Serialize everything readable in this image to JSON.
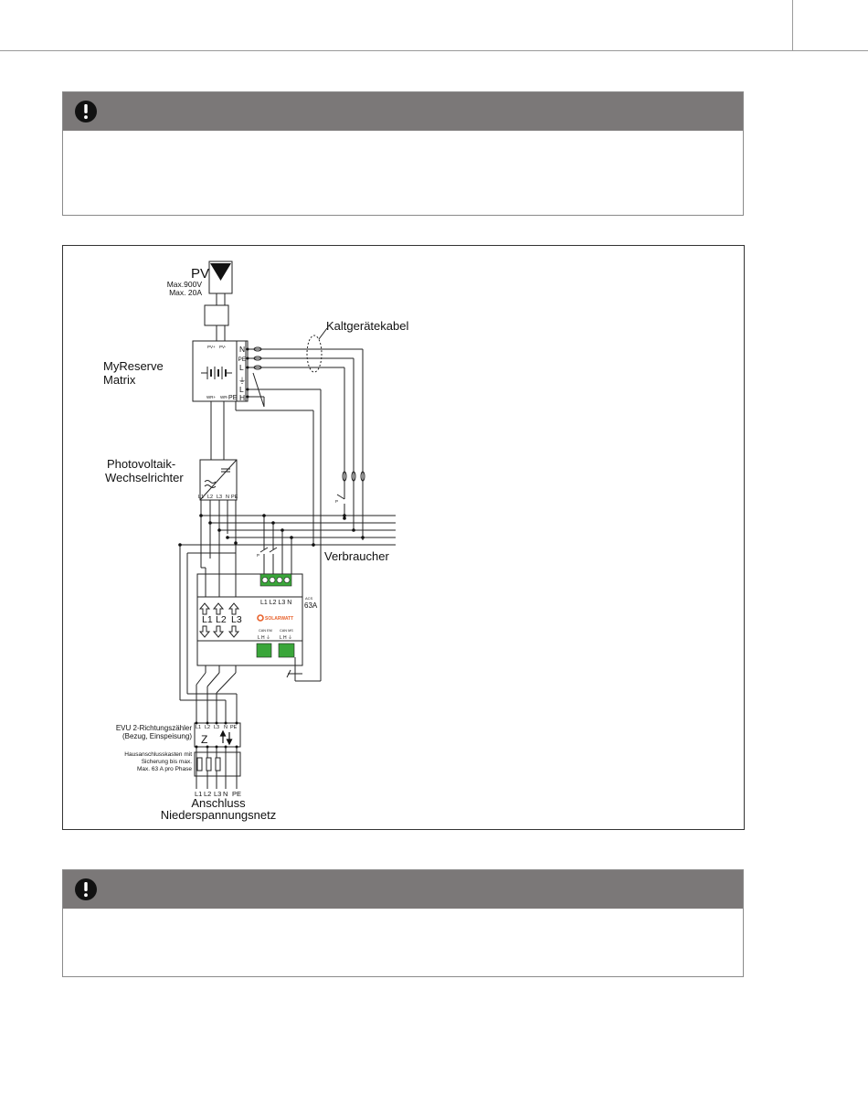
{
  "icons": {
    "notice": "exclamation-circle-icon"
  },
  "diagram": {
    "pv": {
      "title": "PV",
      "max_voltage": "Max.900V",
      "max_current": "Max. 20A"
    },
    "myreserve": {
      "line1": "MyReserve",
      "line2": "Matrix",
      "pin_pv_plus": "PV+",
      "pin_pv_minus": "PV-",
      "pin_wr_plus": "WR+",
      "pin_wr_minus": "WR-",
      "pin_pe": "PE"
    },
    "kaltgeraet": "Kaltgerätekabel",
    "terminals": {
      "n": "N",
      "pe": "PE",
      "l": "L",
      "gnd": "⏚",
      "l2": "L",
      "h": "H"
    },
    "inverter": {
      "line1": "Photovoltaik-",
      "line2": "Wechselrichter",
      "ports": [
        "L1",
        "L2",
        "L3",
        "N",
        "PE"
      ]
    },
    "verbraucher": "Verbraucher",
    "switch_label": "P",
    "meter": {
      "l1": "L1",
      "l2": "L2",
      "l3": "L3",
      "phases_top": "L1 L2 L3 N",
      "rating_small": "ACS",
      "rating": "63A",
      "brand": "SOLARWATT",
      "can_em": "CAN EM",
      "can_ms": "CAN MS",
      "can_pins_left": "L H ⏚",
      "can_pins_right": "L H ⏚"
    },
    "evu": {
      "line1": "EVU 2-Richtungszähler",
      "line2": "(Bezug, Einspeisung)",
      "ports": [
        "L1",
        "L2",
        "L3",
        "N",
        "PE"
      ],
      "z": "Z"
    },
    "haus": {
      "line1": "Hausanschlusskasten mit",
      "line2": "Sicherung bis max.",
      "line3": "Max. 63 A pro Phase"
    },
    "bottom_ports": [
      "L1",
      "L2",
      "L3",
      "N",
      "PE"
    ],
    "anschluss": {
      "line1": "Anschluss",
      "line2": "Niederspannungsnetz"
    }
  },
  "colors": {
    "notice_bar": "#7b7878",
    "terminal_green": "#3aa63a",
    "brand_orange": "#e8622c"
  }
}
